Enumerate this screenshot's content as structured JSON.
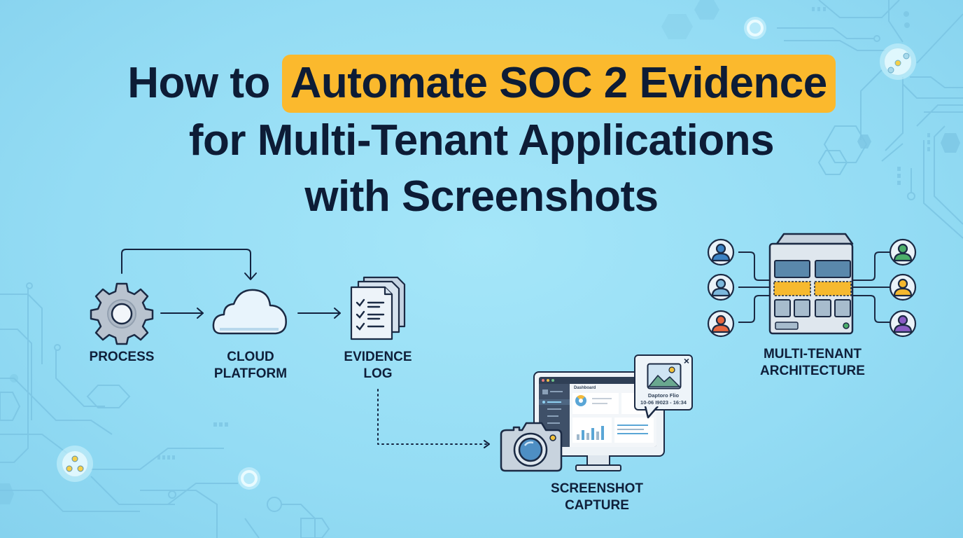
{
  "title": {
    "line1_prefix": "How to",
    "line1_highlight": "Automate SOC 2 Evidence",
    "line2": "for Multi-Tenant Applications",
    "line3": "with Screenshots",
    "highlight_color": "#fbb92d"
  },
  "flow": {
    "nodes": [
      {
        "id": "process",
        "label": "PROCESS",
        "icon": "gear-icon"
      },
      {
        "id": "cloud",
        "label_line1": "CLOUD",
        "label_line2": "PLATFORM",
        "icon": "cloud-icon"
      },
      {
        "id": "evidence",
        "label_line1": "EVIDENCE",
        "label_line2": "LOG",
        "icon": "checklist-documents-icon"
      }
    ]
  },
  "screenshot_capture": {
    "label_line1": "SCREENSHOT",
    "label_line2": "CAPTURE",
    "dashboard_title": "Dashboard",
    "popup": {
      "line1": "Daptoro Flio",
      "line2": "10-06 I9023 - 16:34",
      "close": "×"
    }
  },
  "architecture": {
    "label_line1": "MULTI-TENANT",
    "label_line2": "ARCHITECTURE",
    "tenants_left": [
      "#3b82c4",
      "#7cb8dc",
      "#e8673f"
    ],
    "tenants_right": [
      "#4caf6a",
      "#f5b82e",
      "#8a5cc4"
    ]
  },
  "colors": {
    "background": "#97ddf5",
    "ink": "#0f1f3a",
    "accent": "#fbb92d"
  }
}
